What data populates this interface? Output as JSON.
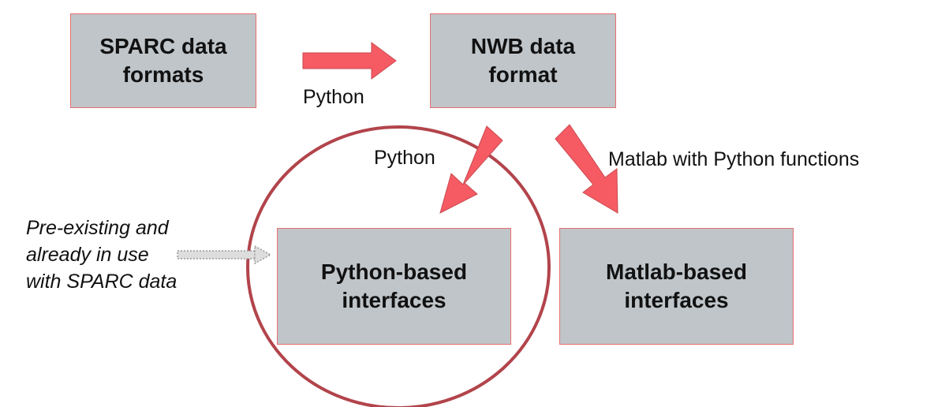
{
  "boxes": {
    "sparc": "SPARC data\nformats",
    "nwb": "NWB data\nformat",
    "python_interfaces": "Python-based\ninterfaces",
    "matlab_interfaces": "Matlab-based\ninterfaces"
  },
  "edges": {
    "sparc_to_nwb": "Python",
    "nwb_to_python": "Python",
    "nwb_to_matlab": "Matlab with Python functions"
  },
  "note": "Pre-existing and\nalready in use\nwith SPARC data",
  "colors": {
    "box_fill": "#bfc5c9",
    "box_border": "#ea6f6f",
    "arrow_fill": "#f65b64",
    "circle_stroke": "#b2444b",
    "dotted_arrow": "#999999"
  }
}
